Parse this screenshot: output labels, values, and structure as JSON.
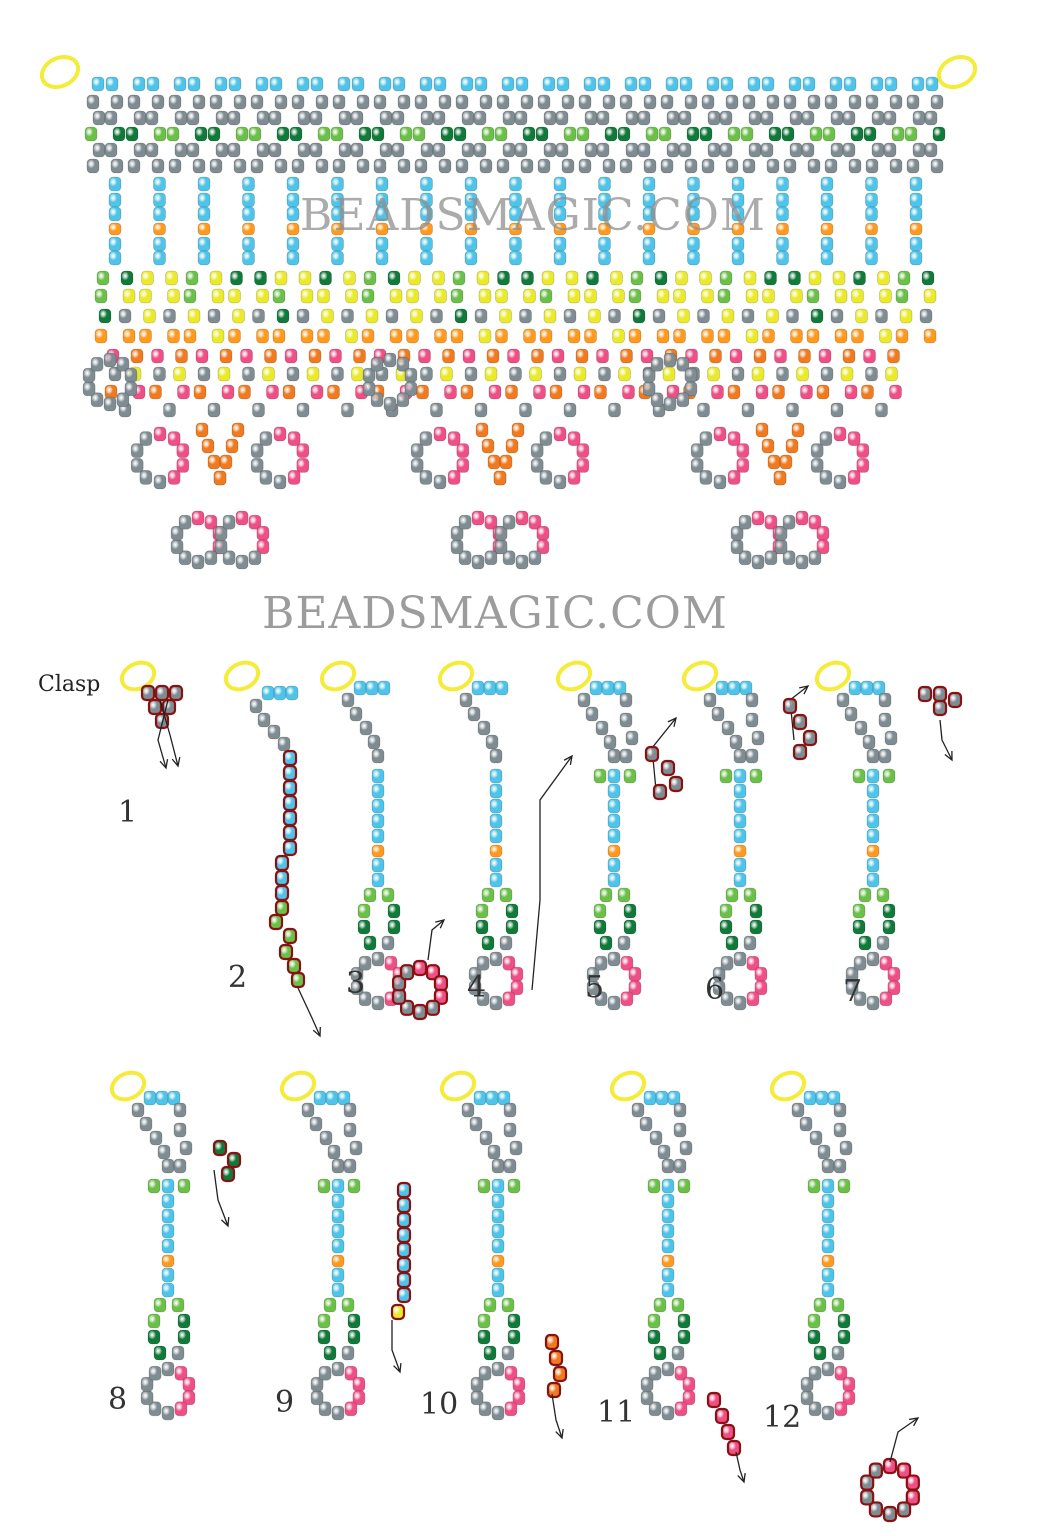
{
  "watermark_top": "BEADSMAGIC.COM",
  "watermark_mid": "BEADSMAGIC.COM",
  "clasp_label": "Clasp",
  "steps": [
    "1",
    "2",
    "3",
    "4",
    "5",
    "6",
    "7",
    "8",
    "9",
    "10",
    "11",
    "12"
  ],
  "colors": {
    "gray": "#7f8c92",
    "blue": "#4fc3e8",
    "light_green": "#6cc04a",
    "dark_green": "#117a3a",
    "yellow": "#eaea2a",
    "orange_light": "#ff9a1f",
    "orange": "#f07a20",
    "pink": "#ee4f85",
    "clasp": "#f4ec38",
    "highlight": "#8a1111"
  }
}
